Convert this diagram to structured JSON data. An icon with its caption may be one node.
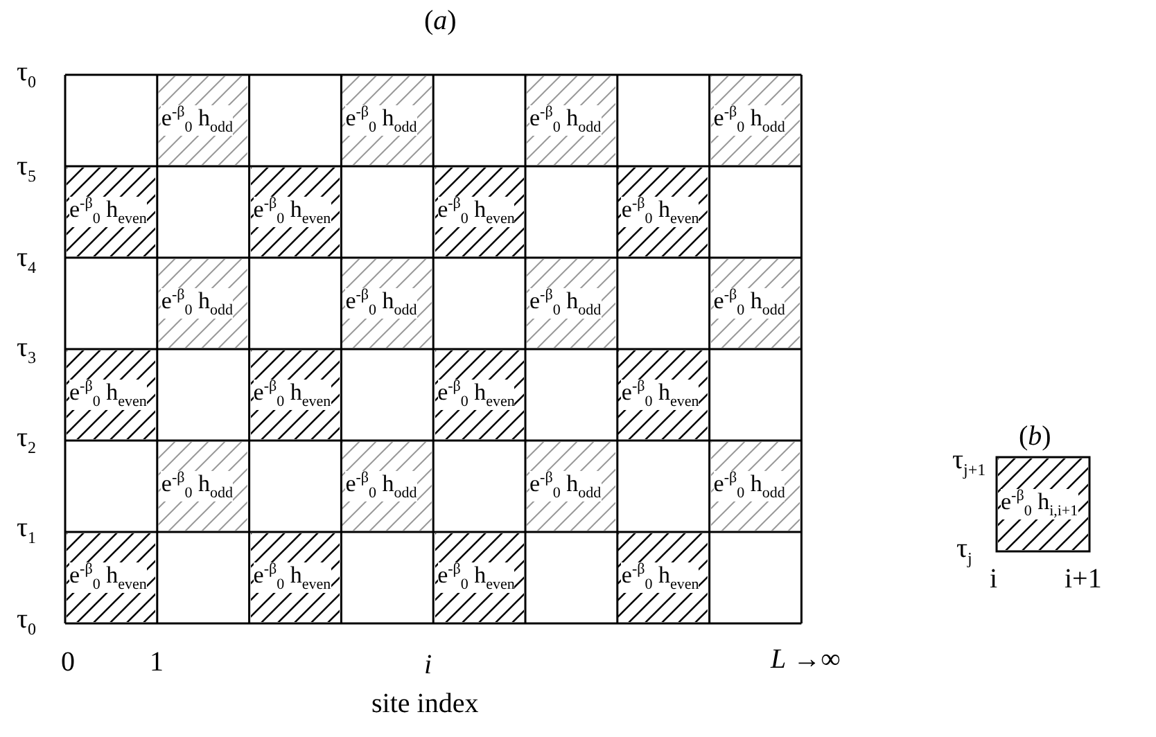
{
  "diagram": {
    "nodes": [
      {
        "text": [
          "e$^{-β}$$_{0}$ h$_{odd}$"
        ]
      },
      {
        "text": [
          "e$^{-β}$$_{0}$ h$_{odd}$"
        ]
      },
      {
        "text": [
          "e$^{-β}$$_{0}$ h$_{odd}$"
        ]
      },
      {
        "text": [
          "e$^{-β}$$_{0}$ h$_{odd}$"
        ]
      },
      {
        "text": [
          "e$^{-β}$$_{0}$ h$_{even}$"
        ]
      },
      {
        "text": [
          "e$^{-β}$$_{0}$ h$_{even}$"
        ]
      },
      {
        "text": [
          "e$^{-β}$$_{0}$ h$_{even}$"
        ]
      },
      {
        "text": [
          "e$^{-β}$$_{0}$ h$_{even}$"
        ]
      },
      {
        "text": [
          "e$^{-β}$$_{0}$ h$_{odd}$"
        ]
      },
      {
        "text": [
          "e$^{-β}$$_{0}$ h$_{odd}$"
        ]
      },
      {
        "text": [
          "e$^{-β}$$_{0}$ h$_{odd}$"
        ]
      },
      {
        "text": [
          "e$^{-β}$$_{0}$ h$_{odd}$"
        ]
      },
      {
        "text": [
          "e$^{-β}$$_{0}$ h$_{even}$"
        ]
      },
      {
        "text": [
          "e$^{-β}$$_{0}$ h$_{even}$"
        ]
      },
      {
        "text": [
          "e$^{-β}$$_{0}$ h$_{even}$"
        ]
      },
      {
        "text": [
          "e$^{-β}$$_{0}$ h$_{even}$"
        ]
      },
      {
        "text": [
          "e$^{-β}$$_{0}$ h$_{odd}$"
        ]
      },
      {
        "text": [
          "e$^{-β}$$_{0}$ h$_{odd}$"
        ]
      },
      {
        "text": [
          "e$^{-β}$$_{0}$ h$_{odd}$"
        ]
      },
      {
        "text": [
          "e$^{-β}$$_{0}$ h$_{odd}$"
        ]
      },
      {
        "text": [
          "e$^{-β}$$_{0}$ h$_{even}$"
        ]
      },
      {
        "text": [
          "e$^{-β}$$_{0}$ h$_{even}$"
        ]
      },
      {
        "text": [
          "e$^{-β}$$_{0}$ h$_{even}$"
        ]
      },
      {
        "text": [
          "e$^{-β}$$_{0}$ h$_{even}$"
        ]
      },
      {
        "text": [
          "e$^{-β}$$_{0}$ h$_{i,i+1}$"
        ]
      }
    ],
    "labels": [
      "(*a*)",
      "τ$_{0}$",
      "τ$_{5}$",
      "τ$_{4}$",
      "τ$_{3}$",
      "τ$_{2}$",
      "τ$_{1}$",
      "τ$_{0}$",
      "0",
      "1",
      "i",
      "*L* →∞",
      "site index",
      "(*b*)",
      "τ$_{j+1}$",
      "τ$_{j}$",
      "i",
      "i+1"
    ]
  }
}
